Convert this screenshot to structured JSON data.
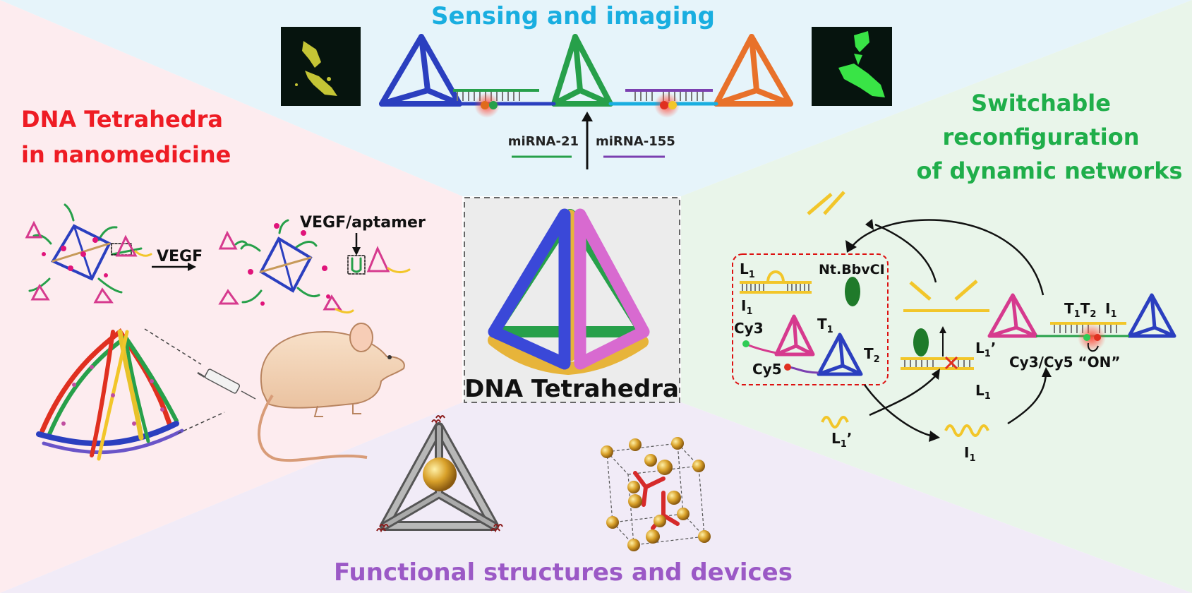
{
  "sections": {
    "sensing": {
      "title": "Sensing and imaging",
      "color": "#19aee0"
    },
    "nanomedicine": {
      "title_line1": "DNA Tetrahedra",
      "title_line2": "in nanomedicine",
      "color": "#ee1c24"
    },
    "switchable": {
      "title_line1": "Switchable",
      "title_line2": "reconfiguration",
      "title_line3": "of dynamic networks",
      "color": "#1fae4a"
    },
    "functional": {
      "title": "Functional structures and devices",
      "color": "#9b59c6"
    },
    "center": {
      "title": "DNA Tetrahedra"
    }
  },
  "sensing_labels": {
    "mirna21": "miRNA-21",
    "mirna155": "miRNA-155"
  },
  "nanomed_labels": {
    "vegf": "VEGF",
    "vegf_aptamer": "VEGF/aptamer"
  },
  "network_labels": {
    "l1": "L",
    "l1_sub": "1",
    "nt": "Nt.BbvCI",
    "i1": "I",
    "i1_sub": "1",
    "cy3": "Cy3",
    "cy5": "Cy5",
    "t1": "T",
    "t1_sub": "1",
    "t2": "T",
    "t2_sub": "2",
    "l1p_mid": "L",
    "l1p_mid_sub": "1",
    "l1p_mid_prime": "’",
    "l1_bottom": "L",
    "l1_bottom_sub": "1",
    "l1p_bottom": "L",
    "l1p_bottom_sub": "1",
    "l1p_bottom_prime": "’",
    "i1_bottom": "I",
    "i1_bottom_sub": "1",
    "t1t2": "T",
    "t1t2_sub1": "1",
    "t1t2_mid": "T",
    "t1t2_sub2": "2",
    "i1_right": "I",
    "i1_right_sub": "1",
    "on": "Cy3/Cy5 “ON”"
  },
  "colors": {
    "blue": "#2b3fbf",
    "green": "#27a04a",
    "orange": "#e8712a",
    "pink": "#d63a8e",
    "purple": "#7b3fb0",
    "yellow": "#f2c62a",
    "red": "#e03020"
  }
}
